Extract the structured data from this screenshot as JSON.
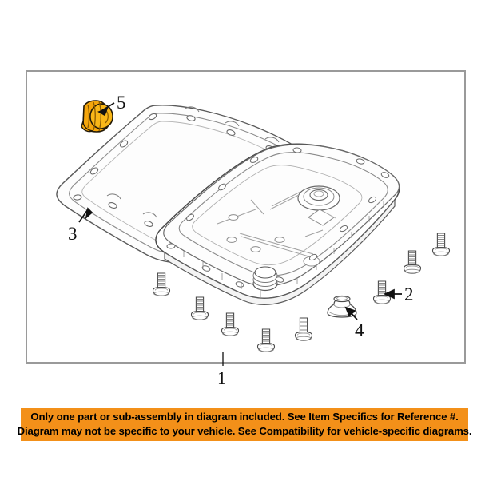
{
  "diagram": {
    "title": "Transmission oil pan exploded parts diagram",
    "frame_color": "#9a9a9a",
    "background": "#ffffff",
    "line_color": "#3a3a3a",
    "highlight_color": "#f7a80d",
    "highlight_stroke": "#7a4b00",
    "callouts": [
      {
        "id": "1",
        "label": "1",
        "target": "assembly-bracket",
        "description": "Overall assembly bracket line"
      },
      {
        "id": "2",
        "label": "2",
        "target": "pan-bolt",
        "description": "Transmission oil pan bolt"
      },
      {
        "id": "3",
        "label": "3",
        "target": "pan-gasket",
        "description": "Transmission oil pan gasket"
      },
      {
        "id": "4",
        "label": "4",
        "target": "drain-plug",
        "description": "Oil pan drain plug"
      },
      {
        "id": "5",
        "label": "5",
        "target": "highlighted-plug",
        "description": "Highlighted seal plug / grommet"
      }
    ],
    "parts": {
      "gasket_name": "pan-gasket",
      "pan_name": "transmission-oil-pan",
      "bolt_name": "pan-bolt",
      "drain_plug_name": "drain-plug",
      "highlight_name": "highlighted-seal-plug"
    }
  },
  "banner": {
    "background_color": "#f39019",
    "text_color": "#000000",
    "line1": "Only one part or sub-assembly in diagram included. See Item Specifics for Reference #.",
    "line2": "Diagram may not be specific to your vehicle. See Compatibility for vehicle-specific diagrams."
  }
}
